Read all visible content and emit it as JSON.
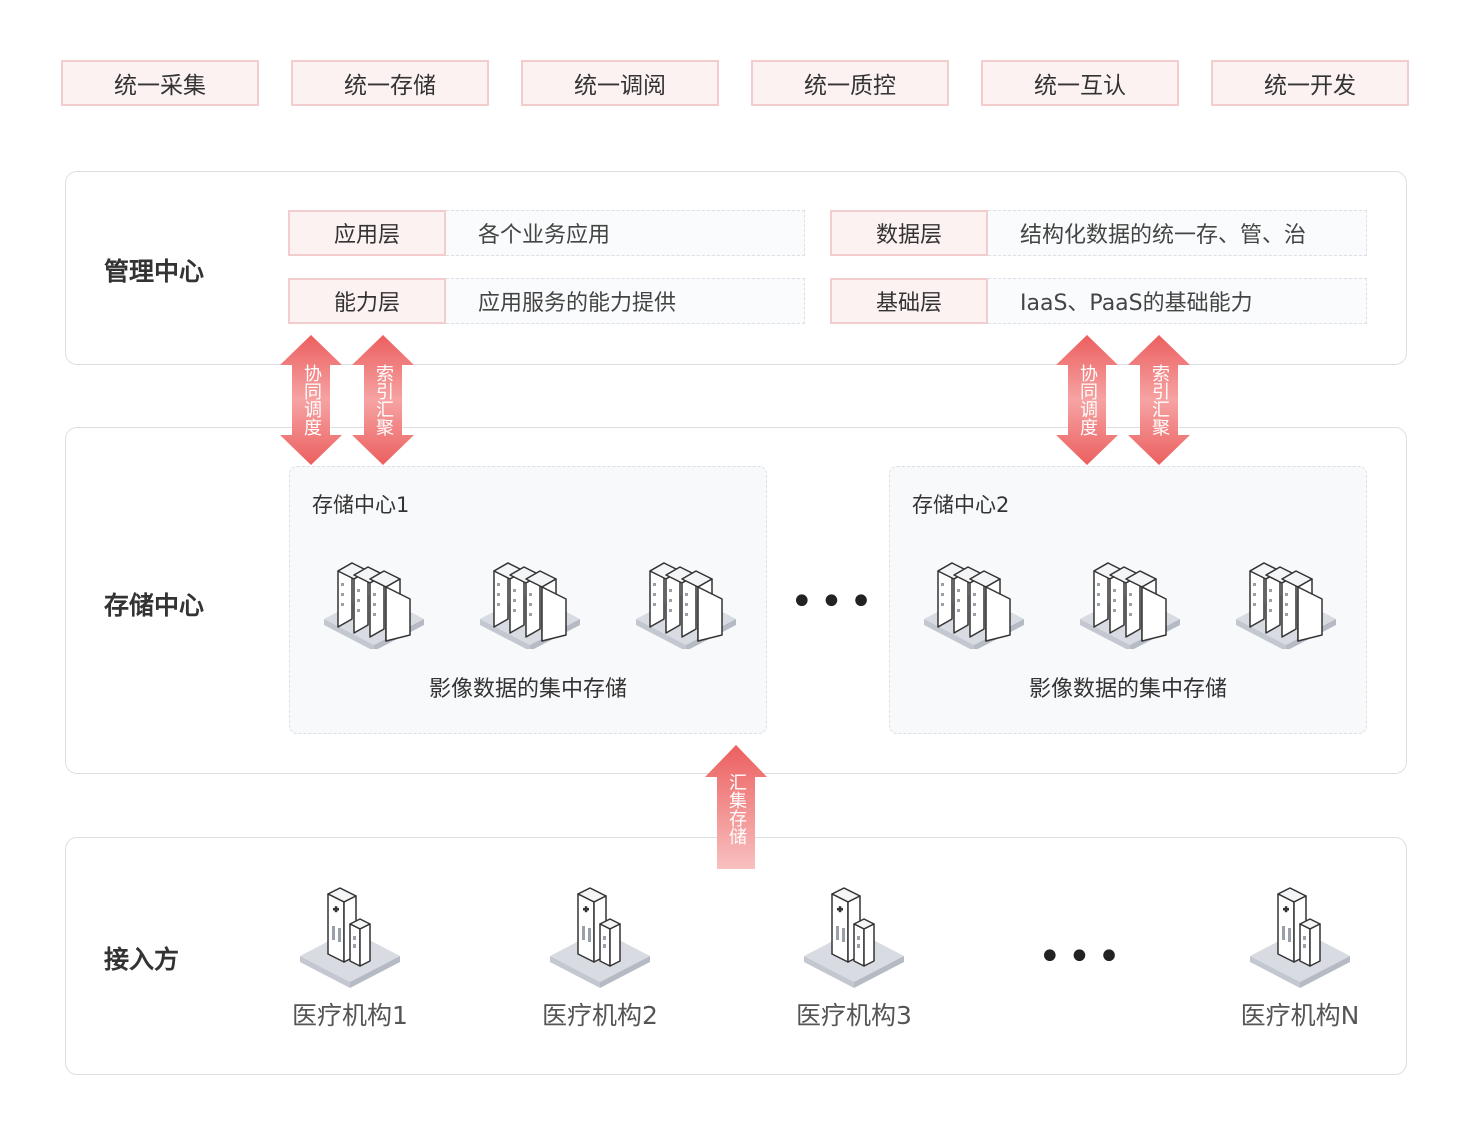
{
  "top_pills": [
    "统一采集",
    "统一存储",
    "统一调阅",
    "统一质控",
    "统一互认",
    "统一开发"
  ],
  "management": {
    "title": "管理中心",
    "layers": [
      {
        "label": "应用层",
        "desc": "各个业务应用"
      },
      {
        "label": "数据层",
        "desc": "结构化数据的统一存、管、治"
      },
      {
        "label": "能力层",
        "desc": "应用服务的能力提供"
      },
      {
        "label": "基础层",
        "desc": "IaaS、PaaS的基础能力"
      }
    ]
  },
  "arrows": {
    "coordinate": "协同调度",
    "index": "索引汇聚",
    "aggregate": "汇集存储"
  },
  "storage": {
    "title": "存储中心",
    "centers": [
      {
        "name": "存储中心1",
        "caption": "影像数据的集中存储"
      },
      {
        "name": "存储中心2",
        "caption": "影像数据的集中存储"
      }
    ],
    "ellipsis": "•••"
  },
  "access": {
    "title": "接入方",
    "institutions": [
      "医疗机构1",
      "医疗机构2",
      "医疗机构3",
      "医疗机构N"
    ],
    "ellipsis": "•••"
  },
  "colors": {
    "accent_fill": "#fdf2f2",
    "accent_border": "#f3cdcd",
    "arrow": "#ef6b6b"
  }
}
